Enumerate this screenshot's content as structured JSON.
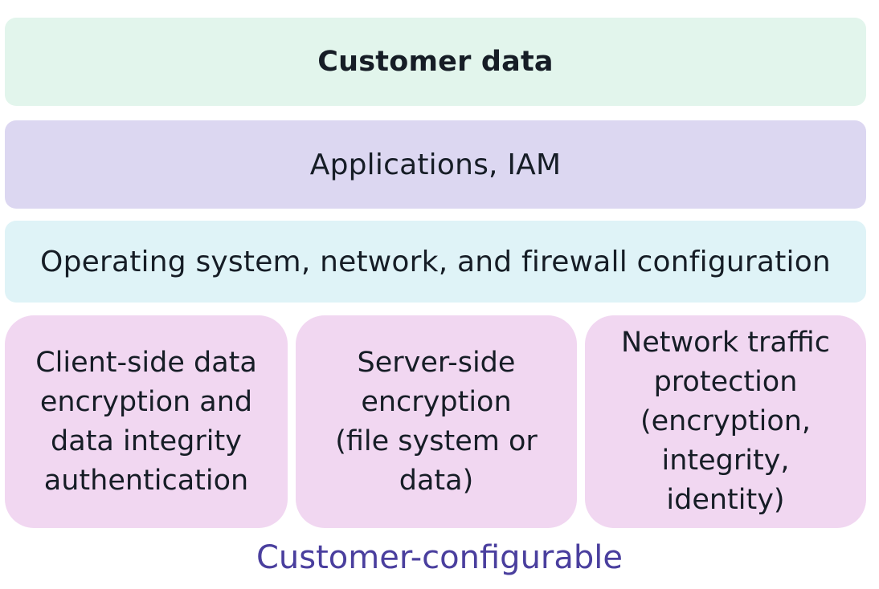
{
  "layers": {
    "customer_data": "Customer data",
    "applications": "Applications, IAM",
    "os_network": "Operating system, network, and firewall configuration"
  },
  "encryption_boxes": [
    {
      "lines": [
        "Client-side data",
        "encryption and",
        "data integrity",
        "authentication"
      ]
    },
    {
      "lines": [
        "Server-side",
        "encryption",
        "(file system or",
        "data)"
      ]
    },
    {
      "lines": [
        "Network traffic",
        "protection",
        "(encryption,",
        "integrity,",
        "identity)"
      ]
    }
  ],
  "footer_label": "Customer-configurable",
  "colors": {
    "customer_data_bg": "#e2f5ec",
    "applications_bg": "#dcd7f1",
    "os_network_bg": "#dff3f7",
    "encryption_box_bg": "#f1d7f1",
    "footer_text": "#4a3f9e"
  }
}
